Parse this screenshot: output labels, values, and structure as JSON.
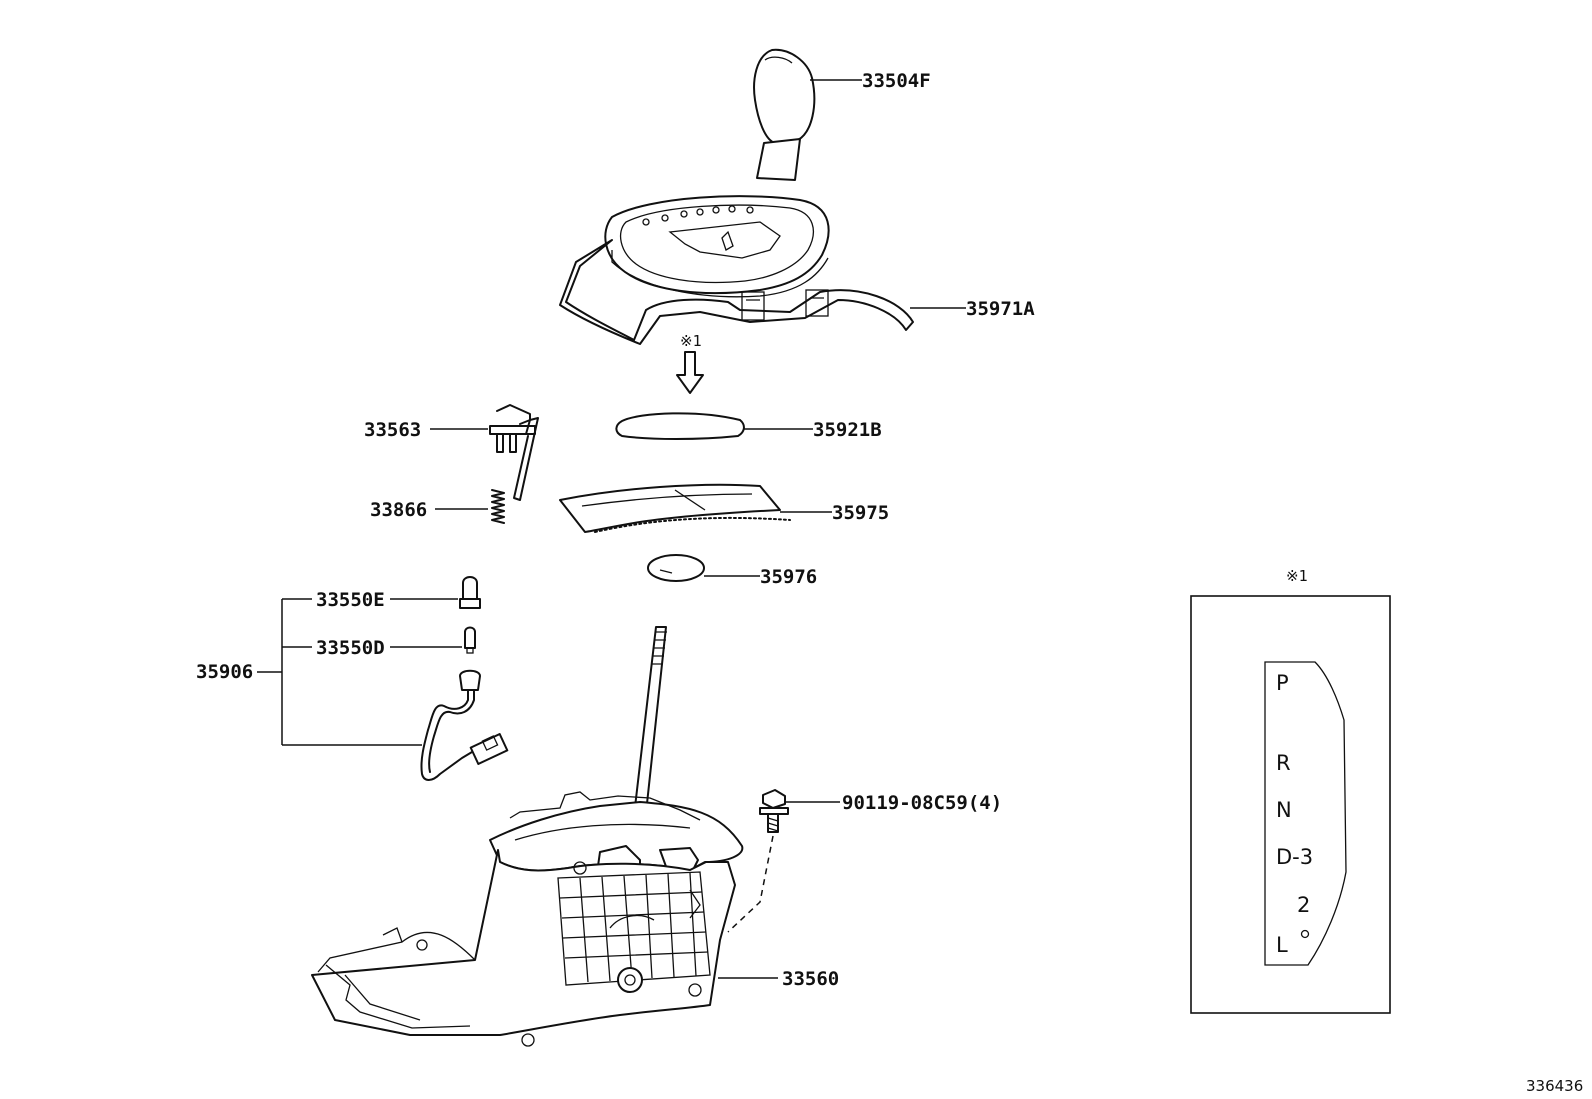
{
  "callouts": {
    "knob": "33504F",
    "bezel": "35971A",
    "note_mark": "※1",
    "indicator_plate": "35921B",
    "lever_pin": "33563",
    "spring": "33866",
    "slide_plate": "35975",
    "cover_disc": "35976",
    "bulb_e": "33550E",
    "bulb_d": "33550D",
    "harness": "35906",
    "bolt": "90119-08C59(4)",
    "shift_lever_assy": "33560"
  },
  "detail": {
    "title": "※1",
    "positions": [
      "P",
      "R",
      "N",
      "D-3",
      "2",
      "L"
    ]
  },
  "figure_number": "336436"
}
